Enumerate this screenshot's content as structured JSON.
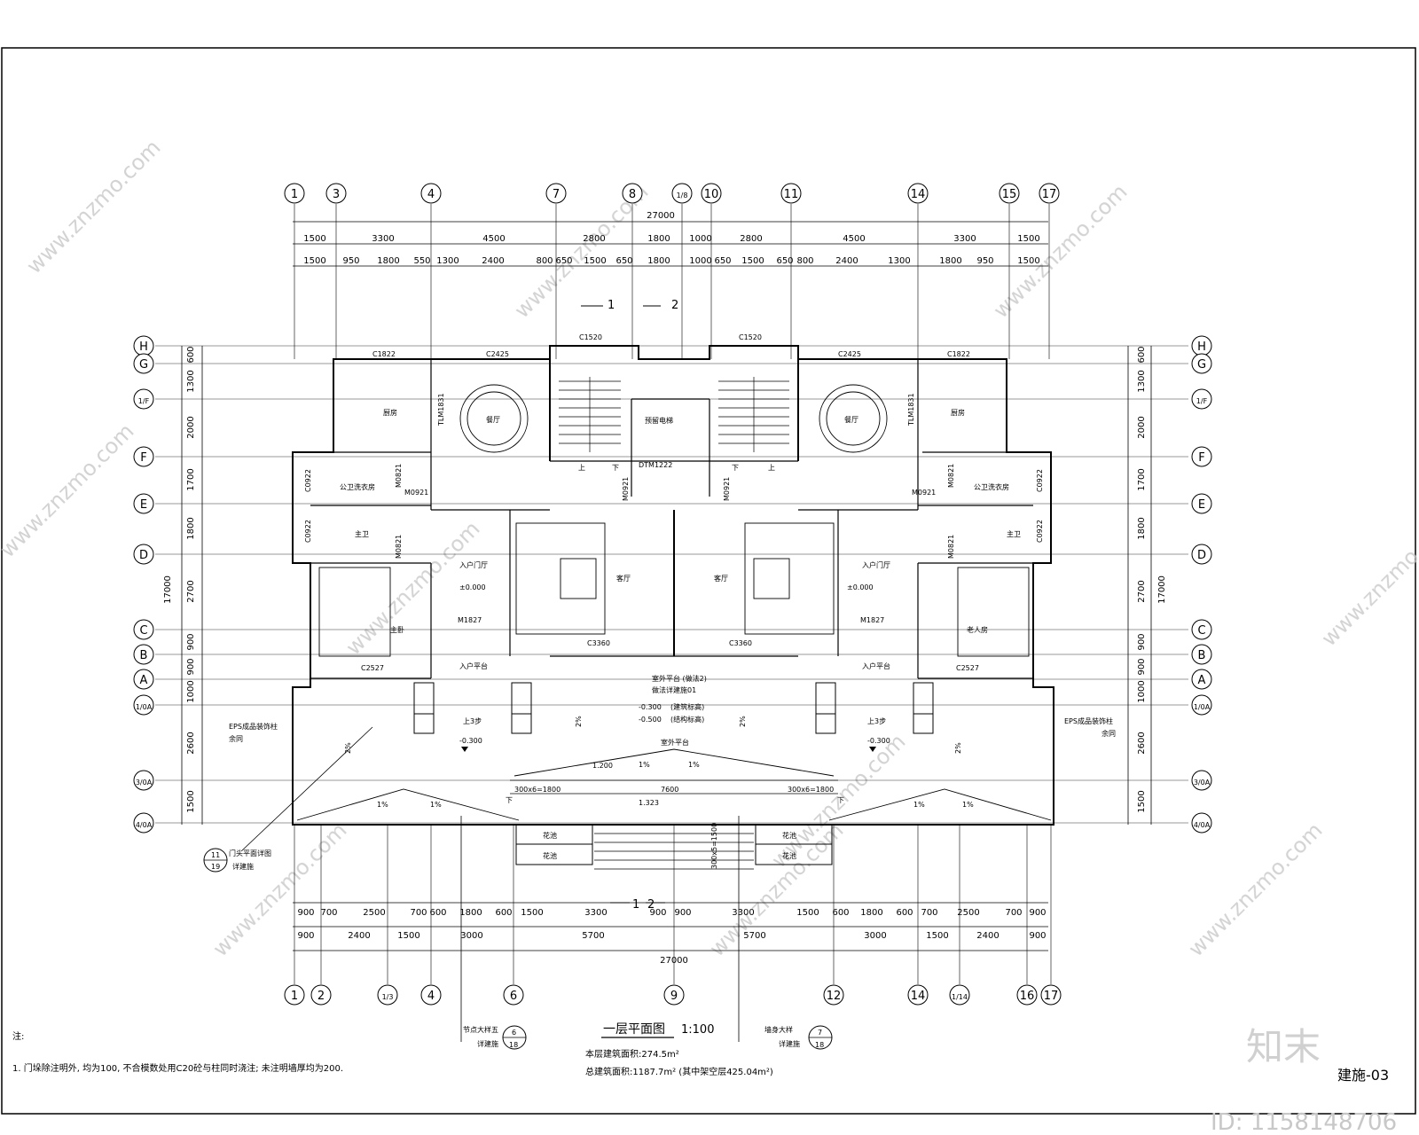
{
  "title": "一层平面图",
  "scale": "1:100",
  "floor_area": "本层建筑面积:274.5m²",
  "total_area": "总建筑面积:1187.7m² (其中架空层425.04m²)",
  "drawing_no": "建施-03",
  "brand": "知末",
  "image_id": "ID: 1158148706",
  "watermark": "www.znzmo.com",
  "notes_heading": "注:",
  "notes": [
    "1. 门垛除注明外, 均为100, 不合模数处用C20砼与柱同时浇注; 未注明墙厚均为200."
  ],
  "top_axes": [
    "1",
    "3",
    "4",
    "7",
    "8",
    "1/8",
    "10",
    "11",
    "14",
    "15",
    "17"
  ],
  "bottom_axes": [
    "1",
    "2",
    "1/3",
    "4",
    "6",
    "9",
    "12",
    "14",
    "1/14",
    "16",
    "17"
  ],
  "left_axes": [
    "H",
    "G",
    "1/F",
    "F",
    "E",
    "D",
    "C",
    "B",
    "A",
    "1/0A",
    "3/0A",
    "4/0A"
  ],
  "top_dims_total": "27000",
  "top_dims_row1": [
    "1500",
    "3300",
    "4500",
    "2800",
    "1800",
    "1000",
    "2800",
    "4500",
    "3300",
    "1500"
  ],
  "top_dims_row2": [
    "1500",
    "950",
    "1800",
    "550",
    "1300",
    "2400",
    "800",
    "650",
    "1500",
    "650",
    "1800",
    "1000",
    "650",
    "1500",
    "650",
    "800",
    "2400",
    "1300",
    "1800",
    "950",
    "1500"
  ],
  "bottom_dims_row1": [
    "900",
    "700",
    "2500",
    "700",
    "600",
    "1800",
    "600",
    "1500",
    "3300",
    "900",
    "900",
    "3300",
    "1500",
    "600",
    "1800",
    "600",
    "700",
    "2500",
    "700",
    "900"
  ],
  "bottom_dims_row2": [
    "900",
    "2400",
    "1500",
    "3000",
    "5700",
    "5700",
    "3000",
    "1500",
    "2400",
    "900"
  ],
  "bottom_dims_total": "27000",
  "left_dims": [
    "600",
    "1300",
    "2000",
    "1700",
    "1800",
    "2700",
    "900",
    "900",
    "1000",
    "2600",
    "1500"
  ],
  "left_total": "17000",
  "rooms": {
    "kitchen": "厨房",
    "dining": "餐厅",
    "living": "客厅",
    "foyer": "入户门厅",
    "master": "主卧",
    "elder": "老人房",
    "bath": "公卫洗衣房",
    "mbath": "主卫",
    "elevator": "预留电梯",
    "entry_platform": "入户平台",
    "outdoor_platform": "室外平台",
    "planter": "花池",
    "up": "上",
    "down": "下",
    "up3": "上3步",
    "eps": "EPS成品装饰柱",
    "same": "余同"
  },
  "openings": {
    "c1822": "C1822",
    "c2425": "C2425",
    "c1520": "C1520",
    "tlm1831": "TLM1831",
    "c0922": "C0922",
    "m0921": "M0921",
    "m0821": "M0821",
    "dtm1222": "DTM1222",
    "m1827": "M1827",
    "c3360": "C3360",
    "c2527": "C2527"
  },
  "levels": {
    "zero": "±0.000",
    "m030": "-0.300",
    "m050": "-0.500",
    "l1200": "1.200",
    "l1323": "1.323",
    "build_h": "(建筑标高)",
    "struct_h": "(结构标高)",
    "see01": "做法详建施01",
    "platform": "室外平台 (做法2)"
  },
  "slopes": {
    "p1": "1%",
    "p2": "2%"
  },
  "stairs": {
    "s1": "300x6=1800",
    "s2": "7600",
    "s3": "300x5=1500"
  },
  "callouts": {
    "door_detail": "门头平面详图",
    "door_sheet": "详建施",
    "door_num": "11",
    "door_ref": "19",
    "node_detail": "节点大样五",
    "node_sheet": "详建施",
    "node_num": "6",
    "node_ref": "18",
    "wall_detail": "墙身大样",
    "wall_sheet": "详建施",
    "wall_num": "7",
    "wall_ref": "18",
    "sec1": "1",
    "sec2": "2"
  }
}
